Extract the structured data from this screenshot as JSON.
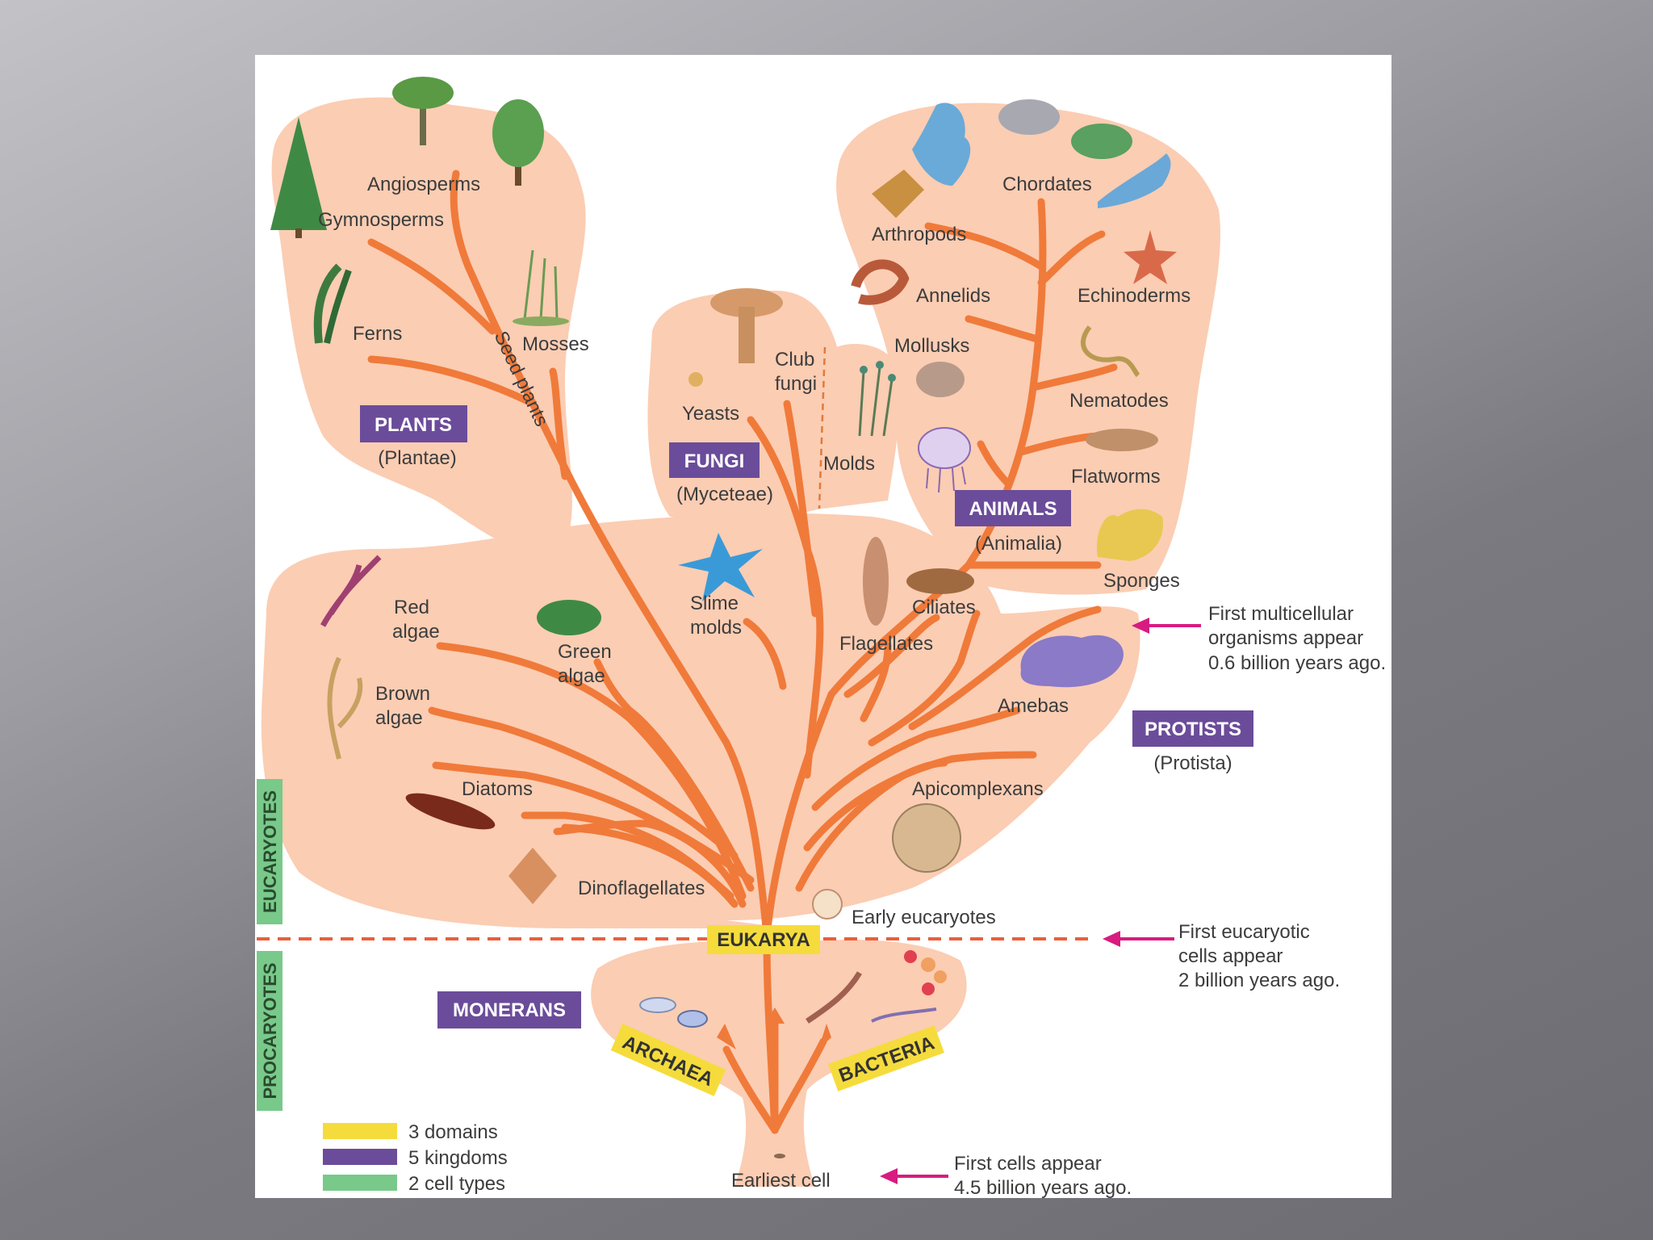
{
  "domains": {
    "eukarya": "EUKARYA",
    "archaea": "ARCHAEA",
    "bacteria": "BACTERIA"
  },
  "kingdoms": {
    "plants": {
      "name": "PLANTS",
      "sub": "(Plantae)"
    },
    "fungi": {
      "name": "FUNGI",
      "sub": "(Myceteae)"
    },
    "animals": {
      "name": "ANIMALS",
      "sub": "(Animalia)"
    },
    "protists": {
      "name": "PROTISTS",
      "sub": "(Protista)"
    },
    "monerans": {
      "name": "MONERANS"
    }
  },
  "cell_types": {
    "eucaryotes": "EUCARYOTES",
    "procaryotes": "PROCARYOTES"
  },
  "groups": {
    "angiosperms": "Angiosperms",
    "gymnosperms": "Gymnosperms",
    "ferns": "Ferns",
    "mosses": "Mosses",
    "seed_plants": "Seed plants",
    "yeasts": "Yeasts",
    "club_fungi_1": "Club",
    "club_fungi_2": "fungi",
    "molds": "Molds",
    "chordates": "Chordates",
    "arthropods": "Arthropods",
    "annelids": "Annelids",
    "echinoderms": "Echinoderms",
    "mollusks": "Mollusks",
    "nematodes": "Nematodes",
    "flatworms": "Flatworms",
    "sponges": "Sponges",
    "red_algae_1": "Red",
    "red_algae_2": "algae",
    "green_algae_1": "Green",
    "green_algae_2": "algae",
    "slime_molds_1": "Slime",
    "slime_molds_2": "molds",
    "ciliates": "Ciliates",
    "flagellates": "Flagellates",
    "brown_algae_1": "Brown",
    "brown_algae_2": "algae",
    "amebas": "Amebas",
    "diatoms": "Diatoms",
    "apicomplexans": "Apicomplexans",
    "dinoflagellates": "Dinoflagellates",
    "early_eucaryotes": "Early eucaryotes",
    "earliest_cell": "Earliest cell"
  },
  "events": {
    "multicellular": [
      "First multicellular",
      "organisms appear",
      "0.6 billion years ago."
    ],
    "eucaryotic": [
      "First eucaryotic",
      "cells appear",
      "2 billion years ago."
    ],
    "first_cells": [
      "First  cells appear",
      "4.5 billion years ago."
    ]
  },
  "legend": {
    "domains": "3 domains",
    "kingdoms": "5 kingdoms",
    "cell_types": "2 cell types"
  },
  "colors": {
    "domain": "#f5dc3c",
    "kingdom": "#6b4c9a",
    "cell_type": "#78c98a",
    "branch": "#f07a3a",
    "blob": "#fbcdb3",
    "arrow": "#d81b80"
  }
}
